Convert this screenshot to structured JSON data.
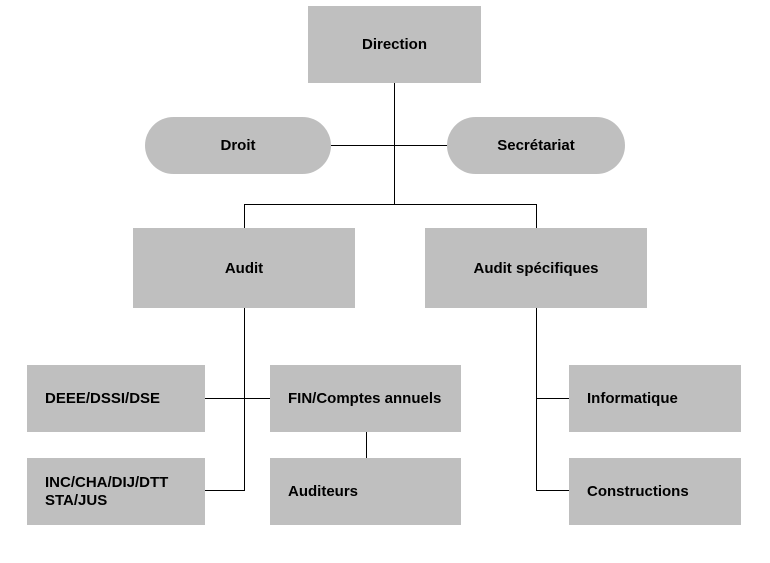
{
  "nodes": {
    "direction": "Direction",
    "droit": "Droit",
    "secretariat": "Secrétariat",
    "audit": "Audit",
    "audit_specifiques": "Audit spécifiques",
    "deee": "DEEE/DSSI/DSE",
    "fin": "FIN/Comptes annuels",
    "inc_line1": "INC/CHA/DIJ/DTT",
    "inc_line2": "STA/JUS",
    "auditeurs": "Auditeurs",
    "informatique": "Informatique",
    "constructions": "Constructions"
  },
  "colors": {
    "box_fill": "#bfbfbf",
    "connector": "#000000",
    "text": "#000000"
  }
}
